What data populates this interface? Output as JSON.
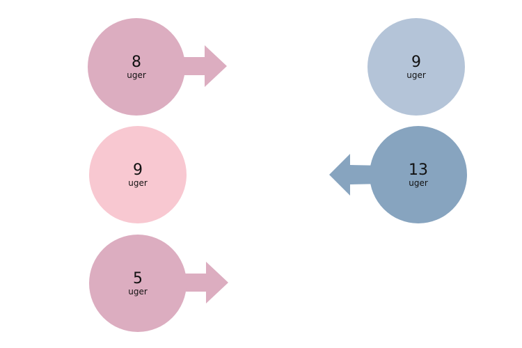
{
  "unit_label": "uger",
  "colors": {
    "dark_pink": "#dcadc0",
    "light_pink": "#f8c8d1",
    "light_blue": "#b4c4d8",
    "dark_blue": "#87a4bf"
  },
  "nodes": [
    {
      "value": "8",
      "unit": "uger",
      "color": "#dcadc0",
      "arrow": "right"
    },
    {
      "value": "9",
      "unit": "uger",
      "color": "#f8c8d1",
      "arrow": "none"
    },
    {
      "value": "5",
      "unit": "uger",
      "color": "#dcadc0",
      "arrow": "right"
    },
    {
      "value": "9",
      "unit": "uger",
      "color": "#b4c4d8",
      "arrow": "none"
    },
    {
      "value": "13",
      "unit": "uger",
      "color": "#87a4bf",
      "arrow": "left"
    }
  ]
}
